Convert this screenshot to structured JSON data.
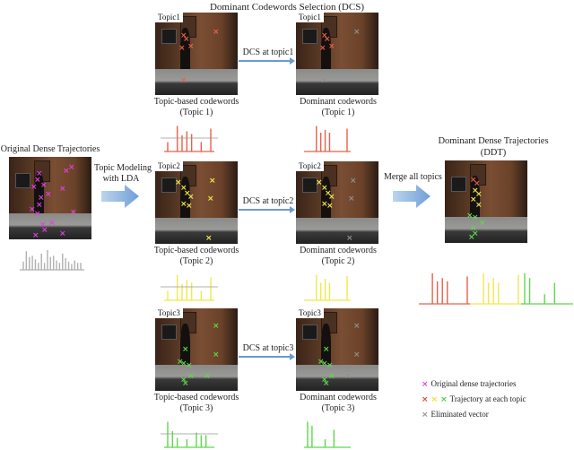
{
  "header": {
    "title": "Dominant Codewords Selection (DCS)"
  },
  "original": {
    "title": "Original Dense Trajectories",
    "hist_color": "#b0b0b0",
    "hist": [
      0.35,
      0.8,
      0.55,
      0.6,
      0.45,
      0.3,
      0.7,
      0.3,
      0.85,
      0.55,
      0.6,
      0.4,
      0.3,
      0.7,
      0.5,
      0.35,
      0.25,
      0.4,
      0.3,
      0.3
    ]
  },
  "lda_arrow": {
    "label_line1": "Topic Modeling",
    "label_line2": "with LDA"
  },
  "topics": [
    {
      "tag": "Topic1",
      "color": "#e8604a",
      "dcs_label": "DCS at topic1",
      "left_label1": "Topic-based codewords",
      "left_label2": "(Topic 1)",
      "right_label1": "Dominant codewords",
      "right_label2": "(Topic 1)",
      "hist_all": [
        0.35,
        0.0,
        0.95,
        0.6,
        0.75,
        0.65,
        0.0,
        0.35,
        0.0,
        0.85
      ],
      "hist_dom": [
        0.0,
        0.0,
        0.95,
        0.7,
        0.8,
        0.7,
        0.0,
        0.0,
        0.0,
        0.85
      ]
    },
    {
      "tag": "Topic2",
      "color": "#f2e84a",
      "dcs_label": "DCS at topic2",
      "left_label1": "Topic-based codewords",
      "left_label2": "(Topic 2)",
      "right_label1": "Dominant codewords",
      "right_label2": "(Topic 2)",
      "hist_all": [
        0.35,
        0.0,
        0.95,
        0.6,
        0.75,
        0.65,
        0.0,
        0.35,
        0.0,
        0.85
      ],
      "hist_dom": [
        0.0,
        0.0,
        0.95,
        0.65,
        0.8,
        0.65,
        0.0,
        0.0,
        0.0,
        0.9
      ]
    },
    {
      "tag": "Topic3",
      "color": "#5ed84a",
      "dcs_label": "DCS at topic3",
      "left_label1": "Topic-based codewords",
      "left_label2": "(Topic 3)",
      "right_label1": "Dominant codewords",
      "right_label2": "(Topic 3)",
      "hist_all": [
        0.95,
        0.6,
        0.35,
        0.0,
        0.3,
        0.0,
        0.55,
        0.45,
        0.45,
        0.0
      ],
      "hist_dom": [
        0.95,
        0.8,
        0.0,
        0.0,
        0.3,
        0.0,
        0.65,
        0.0,
        0.0,
        0.0
      ]
    }
  ],
  "merge": {
    "label": "Merge all topics"
  },
  "ddt": {
    "title1": "Dominant Dense Trajectories",
    "title2": "(DDT)"
  },
  "legend": {
    "item1": "Original dense trajectories",
    "item2": "Trajectory at each topic",
    "item3": "Eliminated vector",
    "colors": {
      "original": "#e040e0",
      "eliminated": "#909090"
    }
  }
}
